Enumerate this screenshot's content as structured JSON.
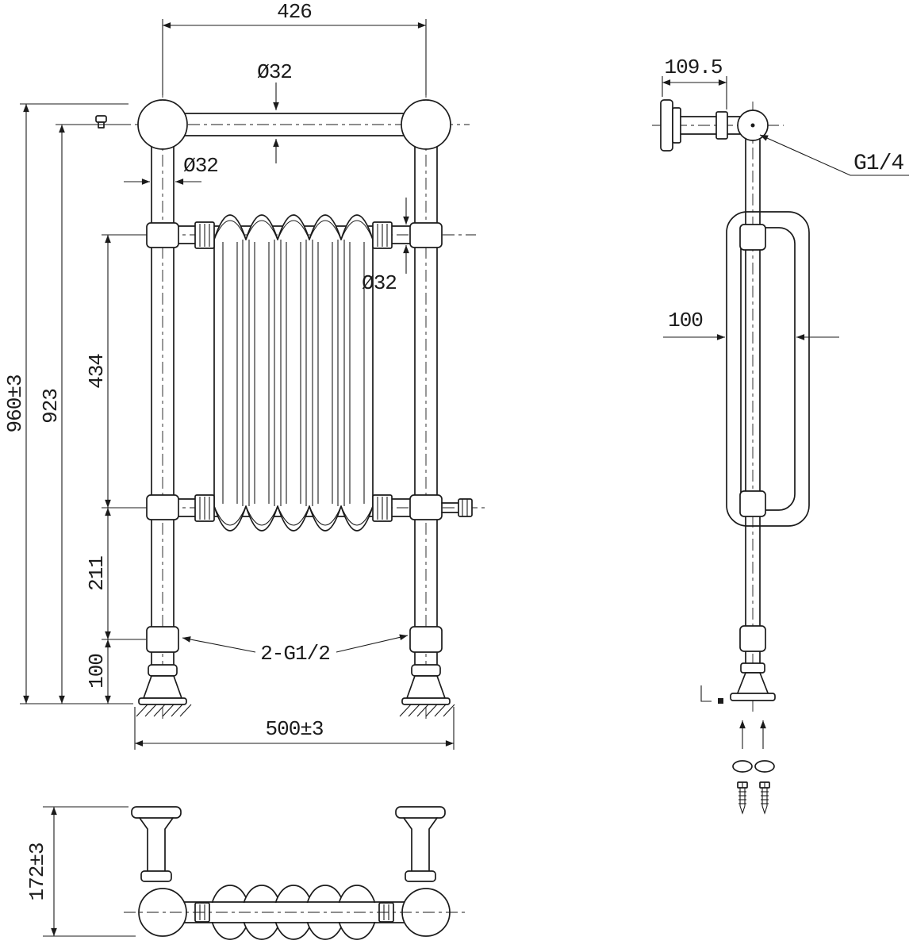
{
  "front": {
    "dim_top_width": "426",
    "dim_dia_top_tube": "Ø32",
    "dim_dia_side_tube": "Ø32",
    "dim_dia_cross_tube": "Ø32",
    "dim_overall_height": "960±3",
    "dim_center_height": "923",
    "dim_radiator_span": "434",
    "dim_lower_span": "211",
    "dim_foot_height": "100",
    "dim_base_width": "500±3",
    "label_connections": "2-G1/2"
  },
  "side": {
    "dim_bracket_depth": "109.5",
    "label_vent": "G1/4",
    "dim_radiator_depth": "100"
  },
  "bottom": {
    "dim_overall_depth": "172±3"
  },
  "colors": {
    "ink": "#1b1b1b",
    "paper": "#ffffff"
  }
}
